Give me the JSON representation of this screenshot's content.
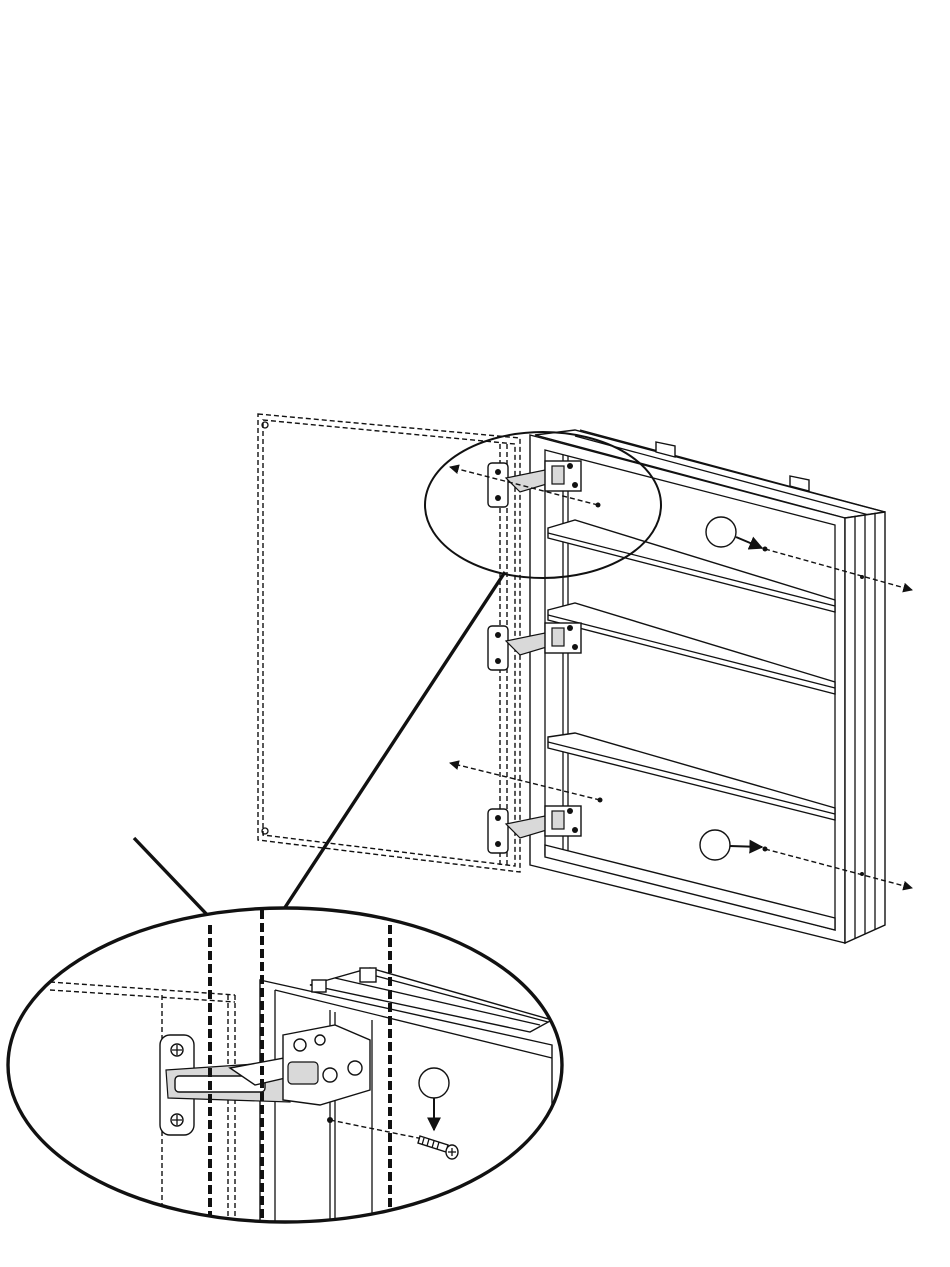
{
  "figure": {
    "description_labels": [],
    "callouts": [
      {
        "id": "callout-upper-screw",
        "text": ""
      },
      {
        "id": "callout-lower-screw",
        "text": ""
      },
      {
        "id": "callout-detail-screw",
        "text": ""
      }
    ]
  }
}
